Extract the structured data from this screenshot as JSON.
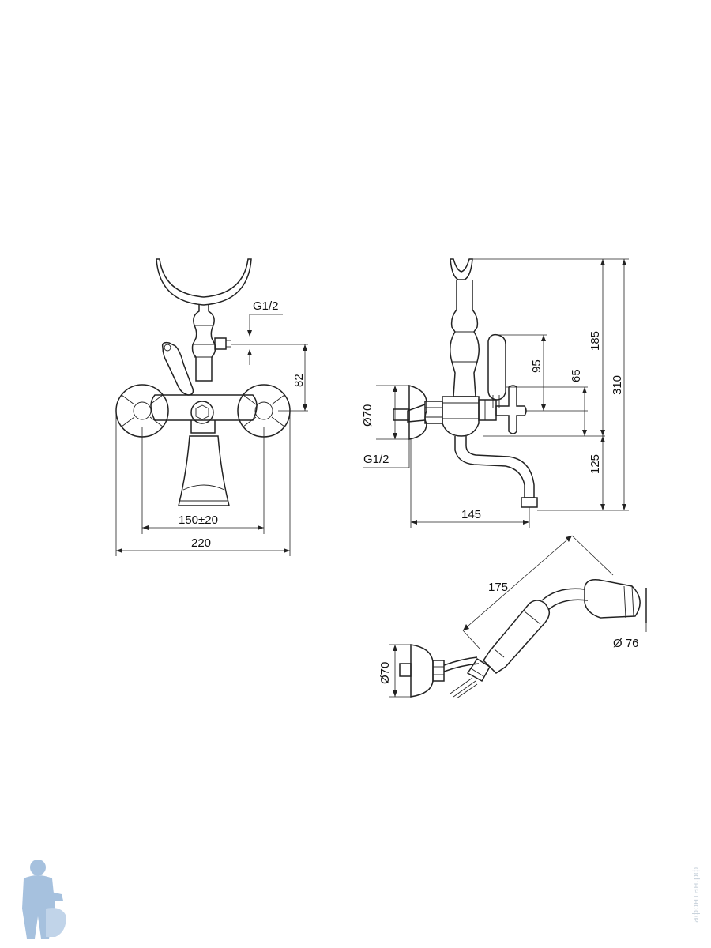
{
  "front_view": {
    "dim_thread": "G1/2",
    "dim_height": "82",
    "dim_centers": "150±20",
    "dim_width": "220"
  },
  "side_view": {
    "dim_flange_dia": "Ø70",
    "dim_thread": "G1/2",
    "dim_handle_height": "95",
    "dim_handle_offset": "65",
    "dim_upper_height": "185",
    "dim_total_height": "310",
    "dim_lower_height": "125",
    "dim_projection": "145"
  },
  "hand_shower": {
    "dim_length": "175",
    "dim_head_dia": "Ø 76",
    "dim_flange_dia": "Ø70"
  },
  "watermark": {
    "site": "афонтан.рф"
  },
  "colors": {
    "line": "#222222",
    "logo_blue": "#5f8fc4",
    "watermark": "#c9d3dc"
  }
}
